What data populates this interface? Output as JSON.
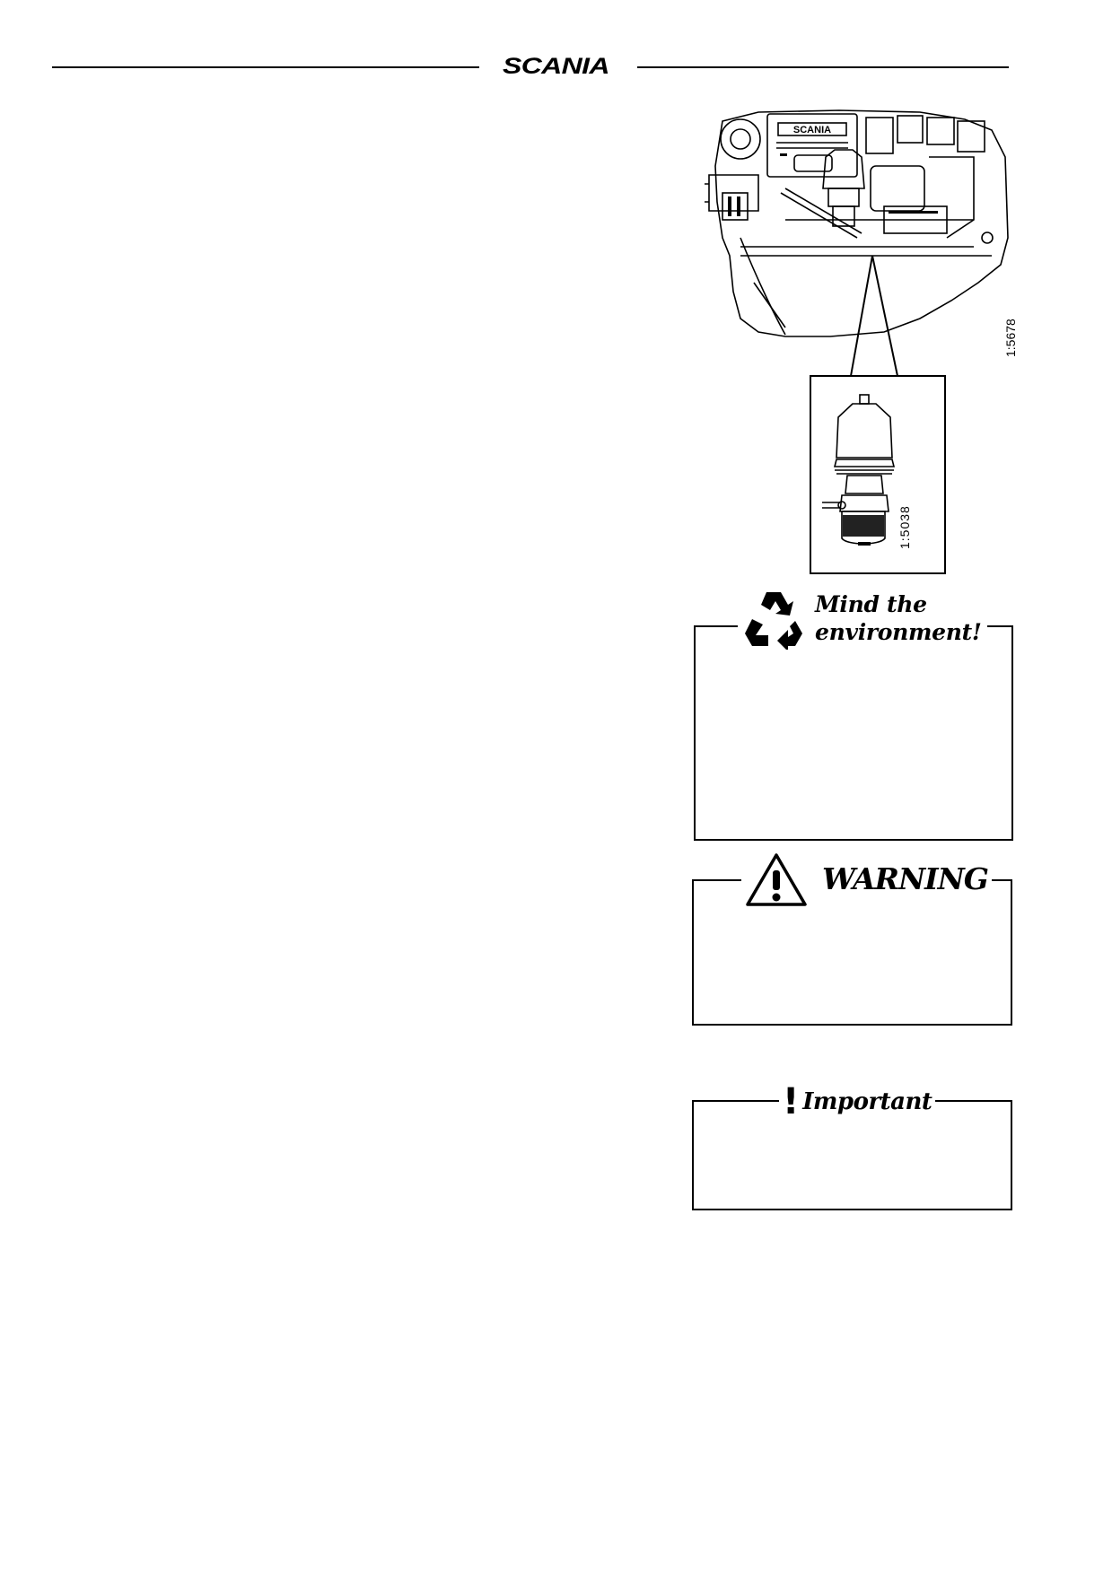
{
  "header": {
    "brand": "SCANIA"
  },
  "figures": {
    "engine_code": "1:5678",
    "detail_code": "1:5038"
  },
  "notices": {
    "environment": {
      "title_line1": "Mind the",
      "title_line2": "environment!",
      "icon": "recycle-icon"
    },
    "warning": {
      "title": "WARNING",
      "icon": "warning-triangle-icon"
    },
    "important": {
      "title": "Important",
      "icon": "exclamation-icon"
    }
  }
}
